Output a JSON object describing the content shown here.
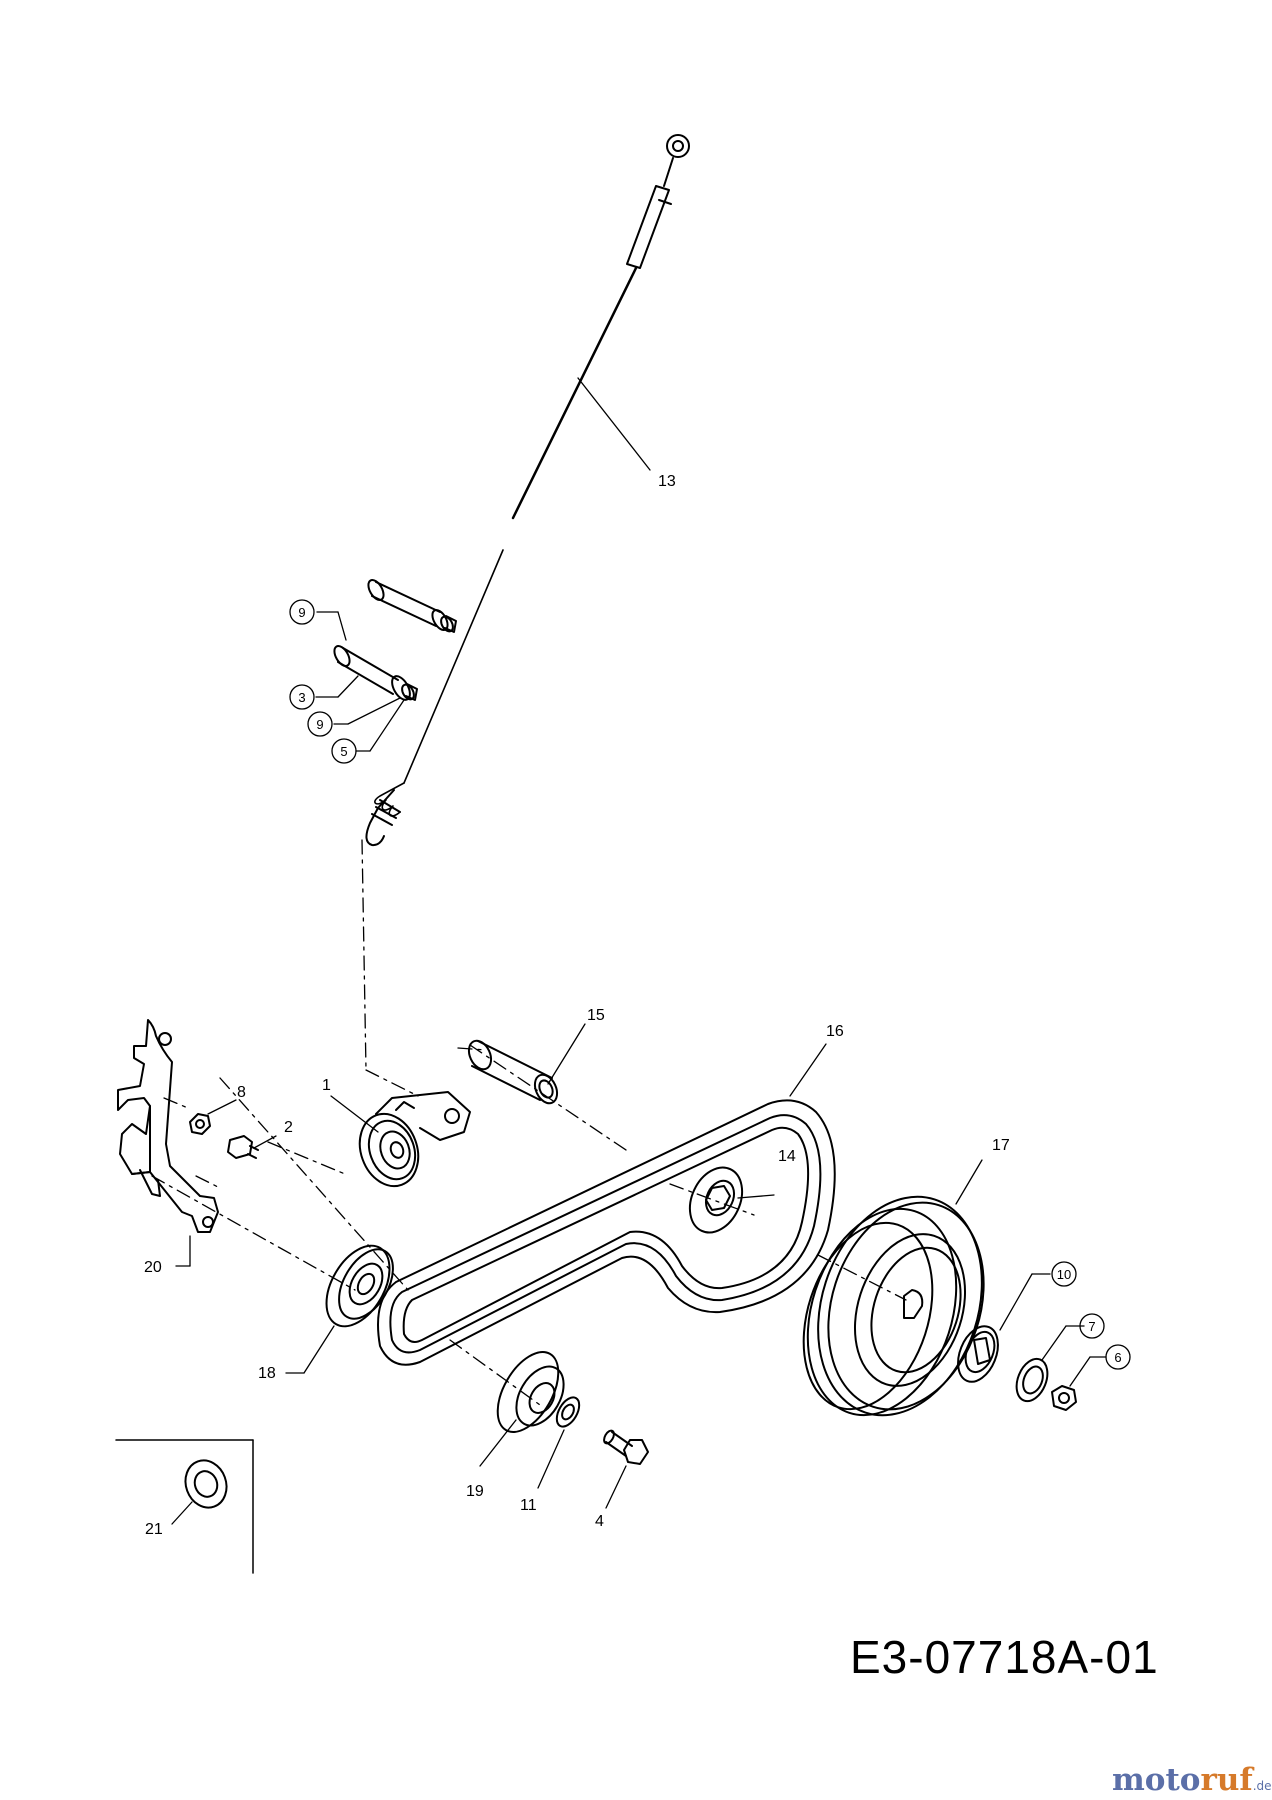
{
  "drawing_code": "E3-07718A-01",
  "watermark": {
    "part1": "moto",
    "part2": "ruf",
    "suffix": ".de"
  },
  "callouts": {
    "p1": "1",
    "p2": "2",
    "p3": "3",
    "p4": "4",
    "p5": "5",
    "p6": "6",
    "p7": "7",
    "p8": "8",
    "p9a": "9",
    "p9b": "9",
    "p10": "10",
    "p11": "11",
    "p13": "13",
    "p14": "14",
    "p15": "15",
    "p16": "16",
    "p17": "17",
    "p18": "18",
    "p19": "19",
    "p20": "20",
    "p21": "21"
  }
}
